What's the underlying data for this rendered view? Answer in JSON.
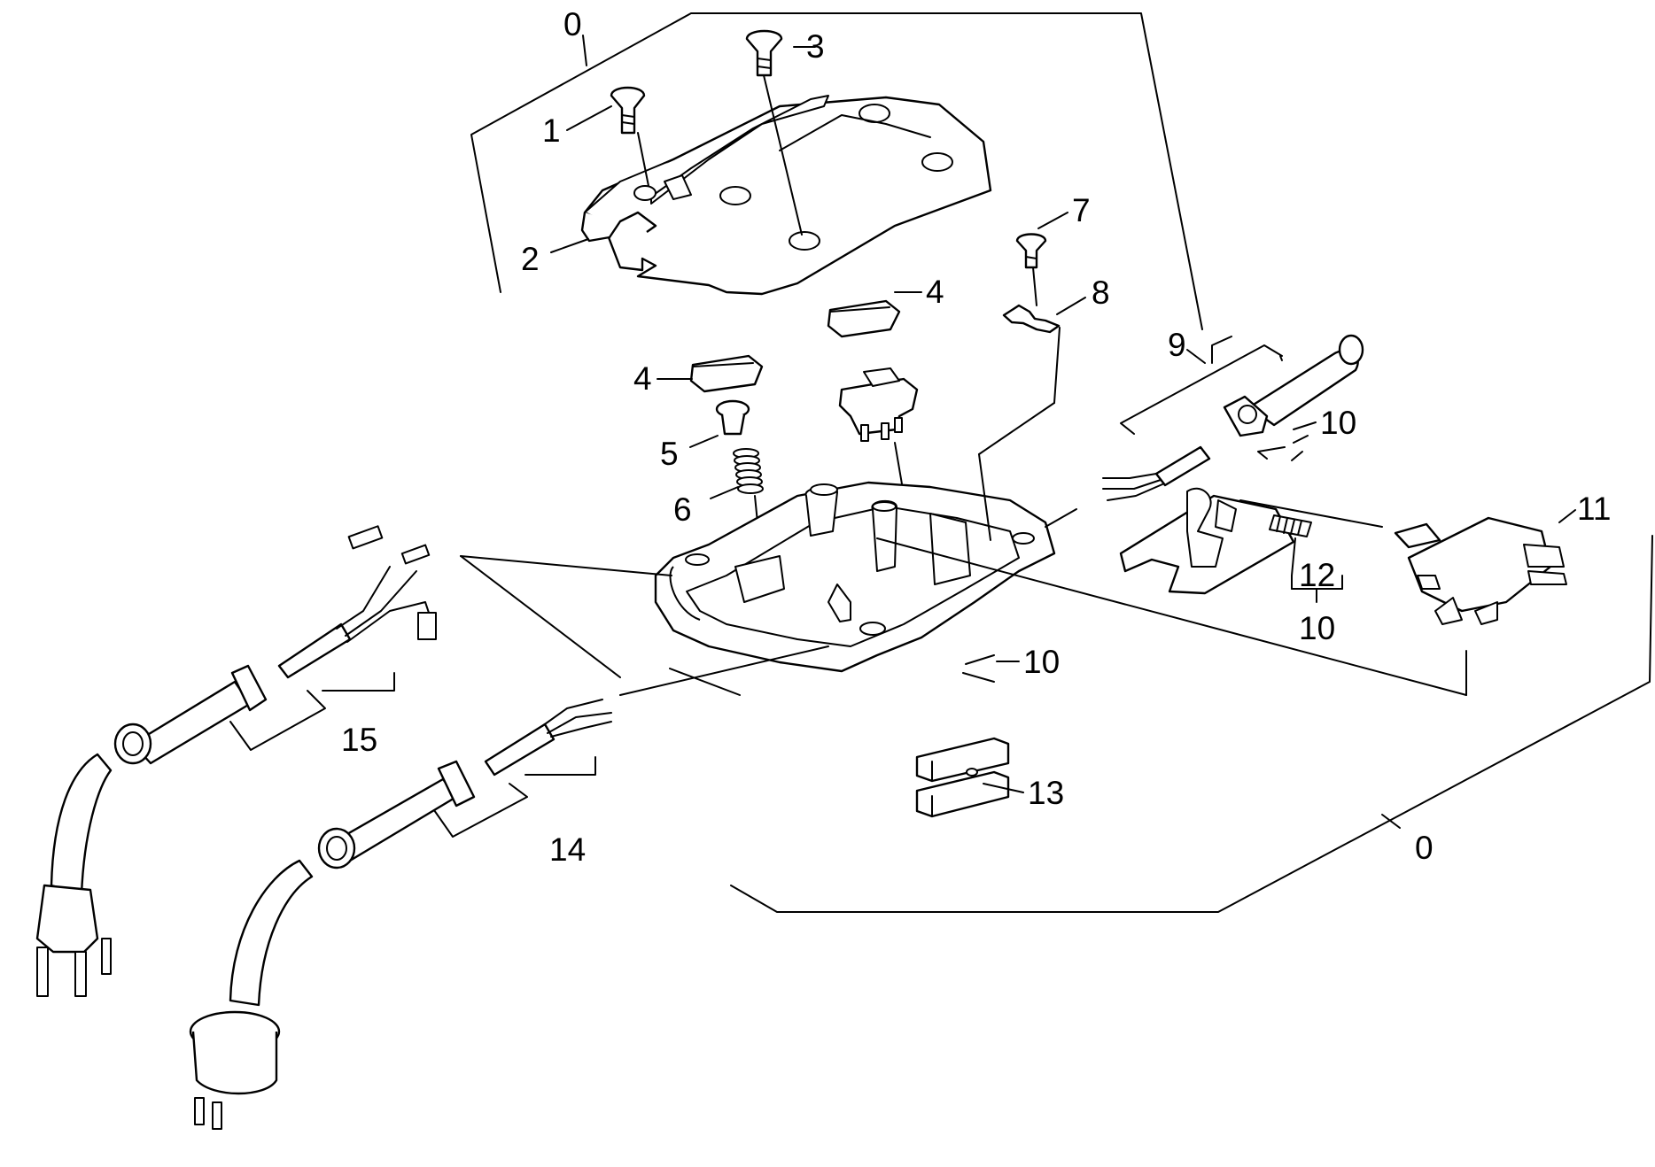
{
  "diagram": {
    "callouts": [
      {
        "id": "c0a",
        "label": "0"
      },
      {
        "id": "c1",
        "label": "1"
      },
      {
        "id": "c2",
        "label": "2"
      },
      {
        "id": "c3",
        "label": "3"
      },
      {
        "id": "c4a",
        "label": "4"
      },
      {
        "id": "c4b",
        "label": "4"
      },
      {
        "id": "c5",
        "label": "5"
      },
      {
        "id": "c6",
        "label": "6"
      },
      {
        "id": "c7",
        "label": "7"
      },
      {
        "id": "c8",
        "label": "8"
      },
      {
        "id": "c9",
        "label": "9"
      },
      {
        "id": "c10a",
        "label": "10"
      },
      {
        "id": "c10b",
        "label": "10"
      },
      {
        "id": "c10c",
        "label": "10"
      },
      {
        "id": "c11",
        "label": "11"
      },
      {
        "id": "c12",
        "label": "12"
      },
      {
        "id": "c13",
        "label": "13"
      },
      {
        "id": "c14",
        "label": "14"
      },
      {
        "id": "c15",
        "label": "15"
      },
      {
        "id": "c0b",
        "label": "0"
      }
    ]
  }
}
